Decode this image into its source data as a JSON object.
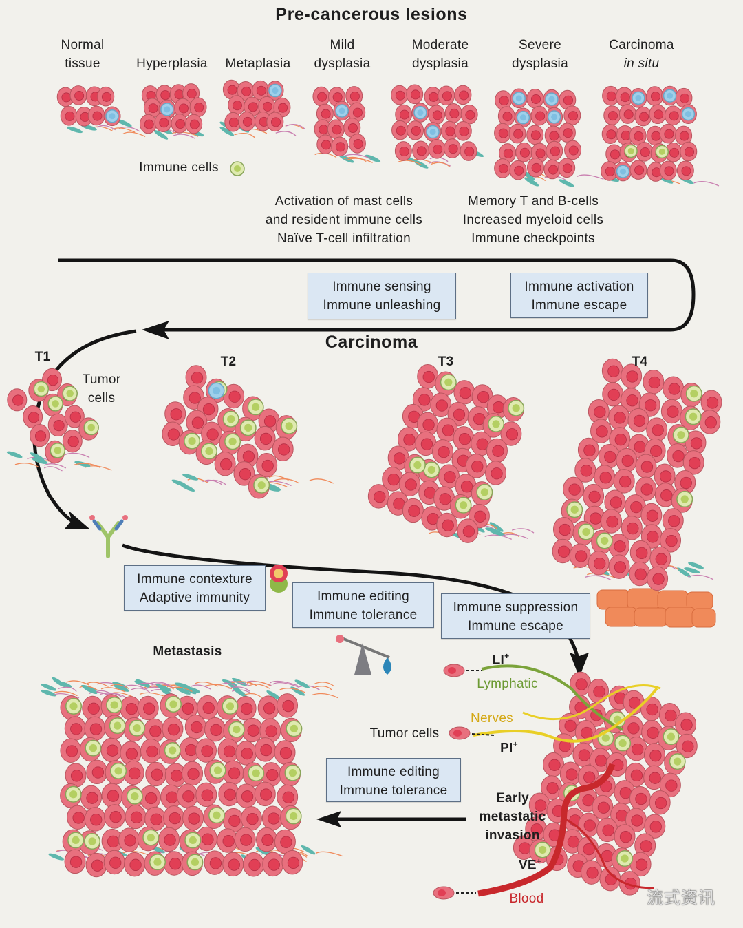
{
  "title": "Pre-cancerous lesions",
  "stages": [
    {
      "line1": "Normal",
      "line2": "tissue"
    },
    {
      "line1": "",
      "line2": "Hyperplasia"
    },
    {
      "line1": "",
      "line2": "Metaplasia"
    },
    {
      "line1": "Mild",
      "line2": "dysplasia"
    },
    {
      "line1": "Moderate",
      "line2": "dysplasia"
    },
    {
      "line1": "Severe",
      "line2": "dysplasia"
    },
    {
      "line1": "Carcinoma",
      "line2": "in situ"
    }
  ],
  "immune_cells_label": "Immune cells",
  "notes_left": [
    "Activation of mast cells",
    "and resident immune cells",
    "Naïve T-cell infiltration"
  ],
  "notes_right": [
    "Memory T and B-cells",
    "Increased myeloid cells",
    "Immune checkpoints"
  ],
  "boxes": {
    "sensing": [
      "Immune sensing",
      "Immune unleashing"
    ],
    "activation": [
      "Immune activation",
      "Immune escape"
    ],
    "contexture": [
      "Immune contexture",
      "Adaptive immunity"
    ],
    "editing1": [
      "Immune editing",
      "Immune tolerance"
    ],
    "suppression": [
      "Immune suppression",
      "Immune escape"
    ],
    "editing2": [
      "Immune editing",
      "Immune tolerance"
    ]
  },
  "carcinoma_title": "Carcinoma",
  "tumor_stages": [
    "T1",
    "T2",
    "T3",
    "T4"
  ],
  "tumor_cells_label": [
    "Tumor",
    "cells"
  ],
  "metastasis_title": "Metastasis",
  "invasion": {
    "li": "LI",
    "lymphatic": "Lymphatic",
    "nerves": "Nerves",
    "tumor_cells": "Tumor cells",
    "pi": "PI",
    "early": [
      "Early",
      "metastatic",
      "invasion"
    ],
    "ve": "VE",
    "blood": "Blood",
    "sup": "+"
  },
  "watermark": "流式资讯",
  "colors": {
    "tumor_cell": "#e8707e",
    "nucleus": "#e13f55",
    "immune_cell_green": "#dfeab0",
    "immune_cell_blue": "#9fd0ea",
    "box_fill": "#dbe7f3",
    "lymphatic": "#7ba33a",
    "nerves": "#e9cf26",
    "blood": "#c8282c",
    "stroma": "#f08a5a",
    "fibroblast": "#5fb7ad"
  }
}
